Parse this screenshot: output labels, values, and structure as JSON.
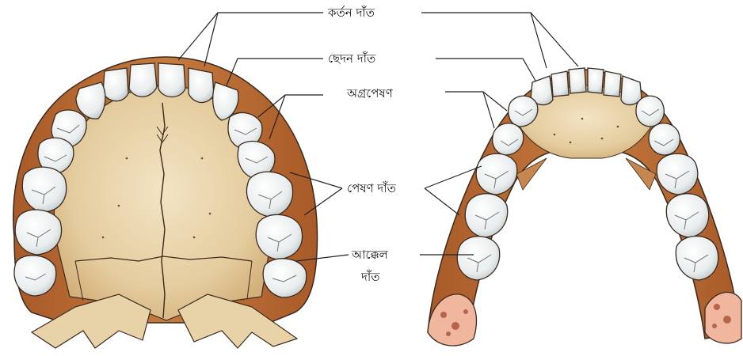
{
  "labels": {
    "incisors": "কর্তন দাঁত",
    "canines": "ছেদন দাঁত",
    "premolars": "অগ্রপেষণ",
    "molars": "পেষণ দাঁত",
    "wisdom_line1": "আক্কেল",
    "wisdom_line2": "দাঁত"
  },
  "colors": {
    "bone_light": "#ecd9b4",
    "bone_mid": "#d9bb8a",
    "gum": "#b7652f",
    "gum_dark": "#8a4a23",
    "tooth": "#f4f6f6",
    "tooth_shade": "#c9d1d3",
    "outline": "#3a2a1e",
    "marrow": "#f2b9a0"
  }
}
